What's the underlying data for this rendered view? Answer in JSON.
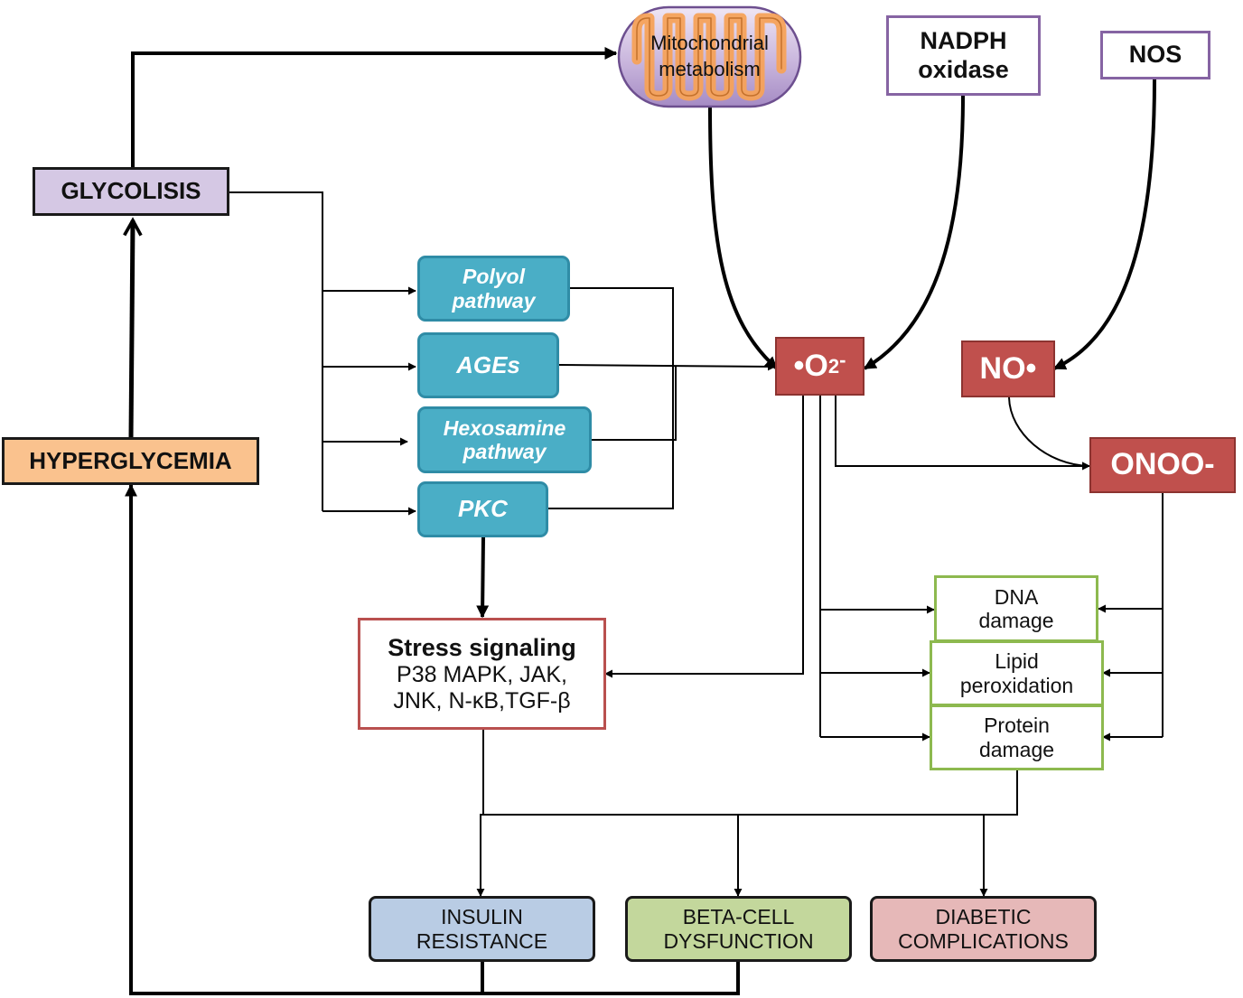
{
  "nodes": {
    "glycolisis": "GLYCOLISIS",
    "hyperglycemia": "HYPERGLYCEMIA",
    "mitochondrial": [
      "Mitochondrial",
      "metabolism"
    ],
    "nadph": [
      "NADPH",
      "oxidase"
    ],
    "nos": "NOS",
    "polyol": [
      "Polyol",
      "pathway"
    ],
    "ages": "AGEs",
    "hexosamine": [
      "Hexosamine",
      "pathway"
    ],
    "pkc": "PKC",
    "superoxide": {
      "main": "•O",
      "sub": "2",
      "sup": "-"
    },
    "nitric_oxide": "NO•",
    "peroxynitrite": "ONOO-",
    "dna_damage": [
      "DNA",
      "damage"
    ],
    "lipid_peroxidation": [
      "Lipid",
      "peroxidation"
    ],
    "protein_damage": [
      "Protein",
      "damage"
    ],
    "stress_signaling": {
      "heading": "Stress signaling",
      "lines": [
        "P38 MAPK,  JAK,",
        "JNK, N-κB,TGF-β"
      ]
    },
    "insulin_resistance": [
      "INSULIN",
      "RESISTANCE"
    ],
    "beta_cell": [
      "BETA-CELL",
      "DYSFUNCTION"
    ],
    "diabetic_complications": [
      "DIABETIC",
      "COMPLICATIONS"
    ]
  },
  "colors": {
    "glycolysis_fill": "#d5c8e4",
    "hyperglycemia_fill": "#fac28e",
    "pathway_fill": "#4aaec6",
    "ros_fill": "#c0504d",
    "damage_border": "#8db94f",
    "outcome_blue": "#b9cce4",
    "outcome_green": "#c3d79c",
    "outcome_pink": "#e6b8b8"
  }
}
